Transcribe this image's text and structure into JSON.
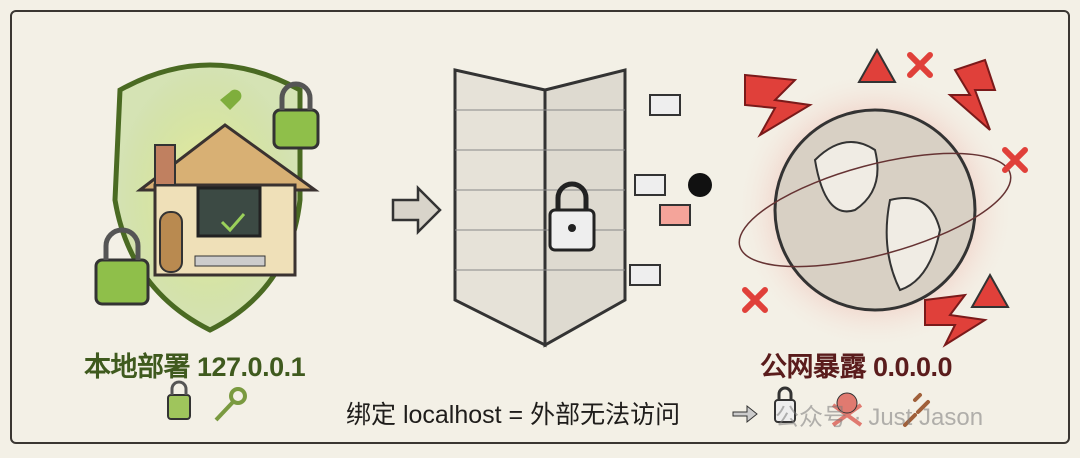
{
  "left_label": "本地部署 127.0.0.1",
  "right_label": "公网暴露 0.0.0.0",
  "caption": "绑定 localhost = 外部无法访问",
  "watermark": "公众号 · Just Jason",
  "colors": {
    "safe": "#8fbf4a",
    "danger": "#e0403a",
    "background": "#f3f0e6"
  },
  "icons": [
    "shield-icon",
    "house-icon",
    "padlock-icon",
    "key-icon",
    "arrow-right-icon",
    "firewall-wall-icon",
    "envelope-icon",
    "hacker-icon",
    "globe-icon",
    "lightning-icon",
    "warning-icon",
    "x-mark-icon",
    "skull-crossbones-icon",
    "broken-chain-icon"
  ]
}
